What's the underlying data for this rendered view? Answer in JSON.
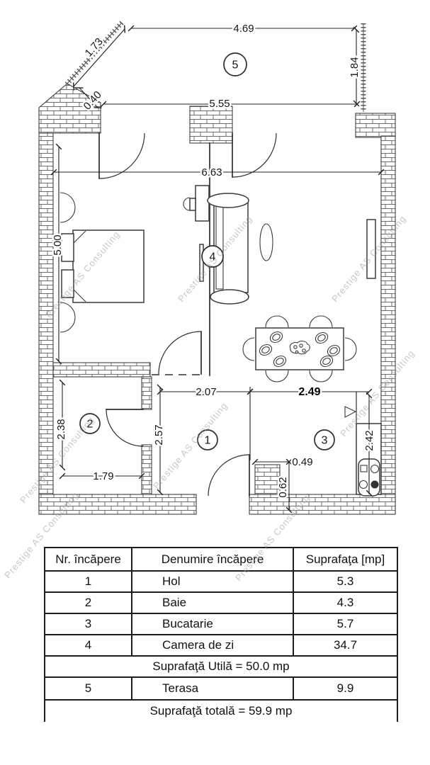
{
  "watermark": {
    "text": "Prestige AS Consulting"
  },
  "plan": {
    "room_labels": [
      "1",
      "2",
      "3",
      "4",
      "5"
    ],
    "dims": {
      "terrace_top": "4.69",
      "terrace_diag": "1.73",
      "terrace_wall": "0.40",
      "terrace_right": "1.84",
      "terrace_bottom": "5.55",
      "living_width": "6.63",
      "living_height": "5.00",
      "hall_width": "2.07",
      "kitchen_width": "2.49",
      "bath_height": "2.38",
      "bath_width": "1.79",
      "hall_height": "2.57",
      "niche_width": "0.49",
      "niche_height": "0.62",
      "kitchen_height": "2.42"
    }
  },
  "table": {
    "headers": [
      "Nr. încăpere",
      "Denumire încăpere",
      "Suprafaţa [mp]"
    ],
    "rows": [
      {
        "nr": "1",
        "name": "Hol",
        "area": "5.3"
      },
      {
        "nr": "2",
        "name": "Baie",
        "area": "4.3"
      },
      {
        "nr": "3",
        "name": "Bucatarie",
        "area": "5.7"
      },
      {
        "nr": "4",
        "name": "Camera de zi",
        "area": "34.7"
      }
    ],
    "useful_area": "Suprafaţă Utilă = 50.0 mp",
    "row5": {
      "nr": "5",
      "name": "Terasa",
      "area": "9.9"
    },
    "total_area": "Suprafaţă totală = 59.9 mp"
  }
}
